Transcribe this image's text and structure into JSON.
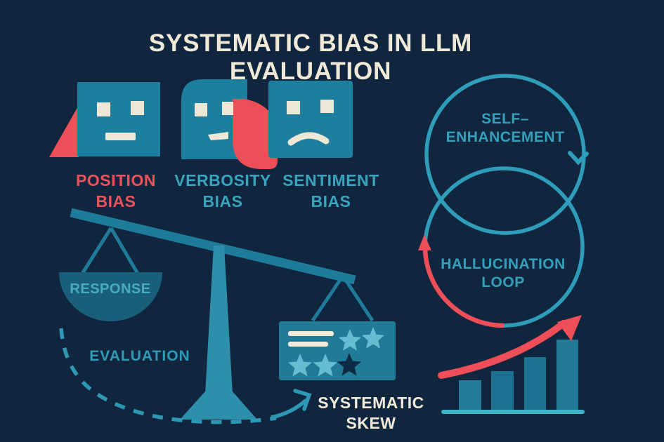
{
  "title": "SYSTEMATIC BIAS IN LLM EVALUATION",
  "palette": {
    "background": "#10263f",
    "teal_shape": "#1e7e9d",
    "teal_bright": "#3aa3be",
    "teal_deep": "#1a5f7a",
    "coral": "#ee4e58",
    "cream": "#f1e9d7",
    "star_light": "#66bcd0",
    "navy_star": "#0d2b44"
  },
  "bias_cards": [
    {
      "label": "POSITION\nBIAS",
      "face": "neutral-face",
      "label_color": "#ef5059"
    },
    {
      "label": "VERBOSITY\nBIAS",
      "face": "concerned-face",
      "label_color": "#3aa3be"
    },
    {
      "label": "SENTIMENT\nBIAS",
      "face": "sad-face",
      "label_color": "#3aa3be"
    }
  ],
  "loops": {
    "top_label": "SELF–\nENHANCEMENT",
    "bottom_label": "HALLUCINATION\nLOOP"
  },
  "scale": {
    "pan_label": "RESPONSE",
    "beam_label": "EVALUATION",
    "outcome_label": "SYSTEMATIC\nSKEW"
  },
  "rating_card": {
    "text_lines": 2,
    "stars": [
      [
        "light",
        "light"
      ],
      [
        "light",
        "light",
        "dark"
      ]
    ]
  },
  "chart_data": {
    "type": "bar",
    "categories": [
      "1",
      "2",
      "3",
      "4"
    ],
    "values": [
      42,
      55,
      75,
      100
    ],
    "title": "",
    "xlabel": "",
    "ylabel": "",
    "ylim": [
      0,
      110
    ],
    "grid": false,
    "legend": false,
    "annotation": "rising coral trend arrow above bars",
    "axis": "bright teal baseline only, no tick labels"
  }
}
